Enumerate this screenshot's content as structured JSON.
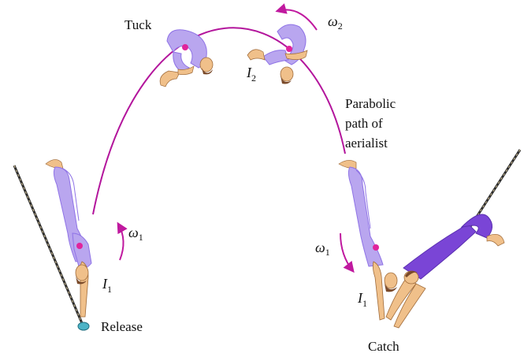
{
  "labels": {
    "tuck": "Tuck",
    "path_line1": "Parabolic",
    "path_line2": "path of",
    "path_line3": "aerialist",
    "release": "Release",
    "catch": "Catch"
  },
  "symbols": {
    "omega": "ω",
    "inertia": "I",
    "sub1": "1",
    "sub2": "2"
  },
  "colors": {
    "path": "#b3159c",
    "arrow": "#c0199f",
    "suit": "#b9a6ef",
    "suit_dark": "#8f73e6",
    "catcher_suit": "#7a45d6",
    "skin": "#f0c08a",
    "hair": "#7a4a2a",
    "center_of_mass": "#e0249c",
    "rope": "#2b2b2b",
    "bar": "#4db3c6"
  }
}
